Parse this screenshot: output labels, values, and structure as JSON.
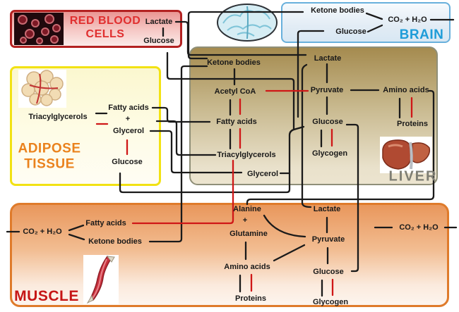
{
  "red_blood_cells": {
    "title": "RED BLOOD\nCELLS",
    "lactate": "Lactate",
    "glucose": "Glucose"
  },
  "brain": {
    "title": "BRAIN",
    "ketone_bodies": "Ketone bodies",
    "glucose": "Glucose",
    "co2_h2o": "CO₂ +  H₂O"
  },
  "liver": {
    "title": "LIVER",
    "ketone_bodies": "Ketone bodies",
    "acetyl_coa": "Acetyl CoA",
    "fatty_acids": "Fatty acids",
    "triacylglycerols": "Triacylglycerols",
    "glycerol": "Glycerol",
    "lactate": "Lactate",
    "pyruvate": "Pyruvate",
    "glucose": "Glucose",
    "glycogen": "Glycogen",
    "amino_acids": "Amino acids",
    "proteins": "Proteins"
  },
  "adipose": {
    "title": "ADIPOSE\nTISSUE",
    "triacylglycerols": "Triacylglycerols",
    "fatty_acids": "Fatty acids",
    "plus": "+",
    "glycerol": "Glycerol",
    "glucose": "Glucose"
  },
  "muscle": {
    "title": "MUSCLE",
    "co2_h2o_left": "CO₂ + H₂O",
    "fatty_acids": "Fatty acids",
    "ketone_bodies": "Ketone bodies",
    "alanine": "Alanine",
    "plus": "+",
    "glutamine": "Glutamine",
    "lactate": "Lactate",
    "pyruvate": "Pyruvate",
    "amino_acids": "Amino acids",
    "proteins": "Proteins",
    "glucose": "Glucose",
    "glycogen": "Glycogen",
    "co2_h2o_right": "CO₂ + H₂O"
  },
  "images": {
    "red_blood_cells": "red-blood-cells-photo",
    "brain": "brain-drawing",
    "adipose": "adipose-cells-drawing",
    "liver": "liver-drawing",
    "muscle": "muscle-drawing"
  },
  "colors": {
    "arrow_black": "#1a1a1a",
    "arrow_red": "#cf1717",
    "rbc_border": "#b32121",
    "rbc_title": "#e02f2f",
    "brain_border": "#68b0dc",
    "brain_title": "#1e9cd8",
    "liver_border": "#8f8f78",
    "liver_title": "#7e7e74",
    "adipose_border": "#f2e213",
    "adipose_title": "#ea821d",
    "muscle_border": "#df7b2b",
    "muscle_title": "#c61616"
  }
}
